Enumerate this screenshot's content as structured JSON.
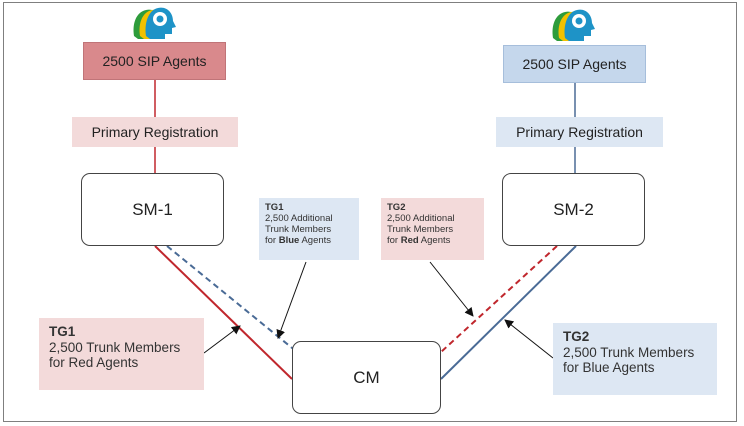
{
  "colors": {
    "red_line": "#c0272d",
    "blue_line": "#4a6b96",
    "red_fill": "#d9898c",
    "blue_fill": "#c5d7ec"
  },
  "icons": [
    "agent-head-icon-red-side",
    "agent-head-icon-blue-side"
  ],
  "left": {
    "agents_label": "2500 SIP Agents",
    "registration_label": "Primary Registration",
    "node_label": "SM-1"
  },
  "right": {
    "agents_label": "2500 SIP Agents",
    "registration_label": "Primary Registration",
    "node_label": "SM-2"
  },
  "center": {
    "node_label": "CM"
  },
  "notes": {
    "tg1_small": {
      "title": "TG1",
      "line1": "2,500 Additional",
      "line2": "Trunk Members",
      "line3_pre": "for ",
      "line3_bold": "Blue",
      "line3_post": " Agents"
    },
    "tg2_small": {
      "title": "TG2",
      "line1": "2,500 Additional",
      "line2": "Trunk Members",
      "line3_pre": "for ",
      "line3_bold": "Red",
      "line3_post": " Agents"
    },
    "tg1_large": {
      "title": "TG1",
      "line1": "2,500 Trunk Members",
      "line2": "for Red Agents"
    },
    "tg2_large": {
      "title": "TG2",
      "line1": "2,500 Trunk Members",
      "line2": "for Blue Agents"
    }
  }
}
